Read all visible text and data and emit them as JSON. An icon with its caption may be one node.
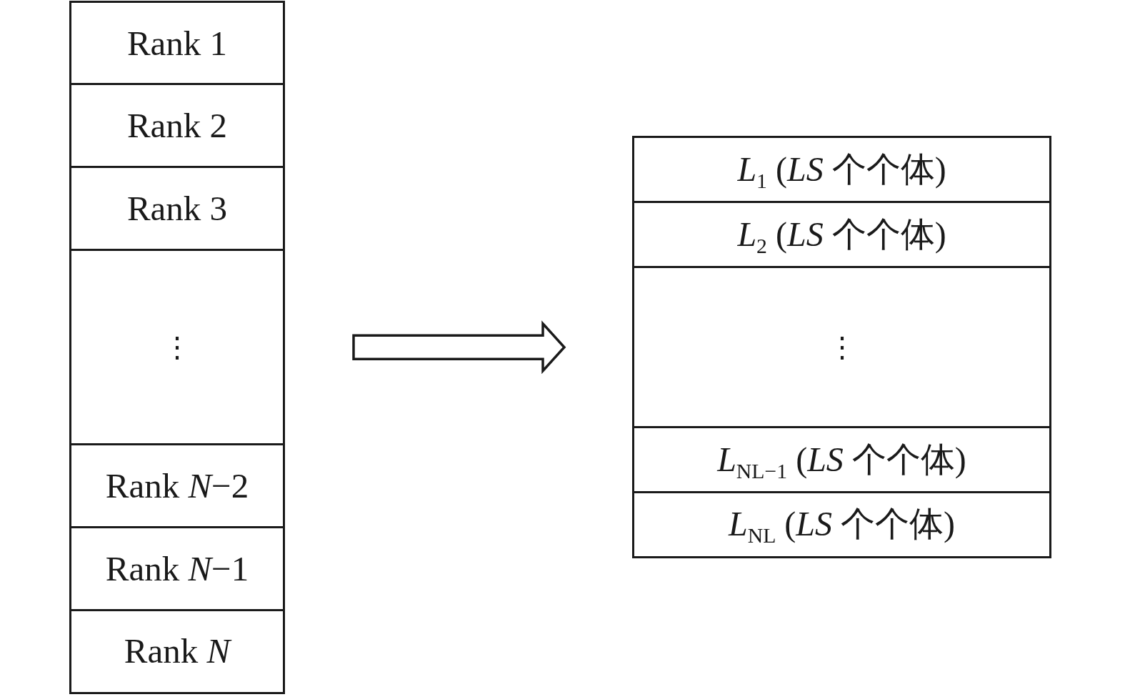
{
  "diagram": {
    "nodes": [
      {
        "text": [],
        "shape": "box"
      },
      {
        "text": [
          "Rank 1"
        ],
        "in": 0
      },
      {
        "text": [
          "Rank 2"
        ],
        "in": 0
      },
      {
        "text": [
          "Rank 3"
        ],
        "in": 0
      },
      {
        "text": [
          "⋮"
        ],
        "in": 0
      },
      {
        "text": [
          "Rank *N*−2"
        ],
        "in": 0
      },
      {
        "text": [
          "Rank *N*−1"
        ],
        "in": 0
      },
      {
        "text": [
          "Rank *N*"
        ],
        "in": 0
      },
      {
        "text": [],
        "shape": "box"
      },
      {
        "text": [
          "*L*$_{1}$ (*LS* 个个体)"
        ],
        "in": 8
      },
      {
        "text": [
          "*L*$_{2}$ (*LS* 个个体)"
        ],
        "in": 8
      },
      {
        "text": [
          "⋮"
        ],
        "in": 8
      },
      {
        "text": [
          "*L*$_{NL−1}$ (*LS* 个个体)"
        ],
        "in": 8
      },
      {
        "text": [
          "*L*$_{NL}$ (*LS* 个个体)"
        ],
        "in": 8
      }
    ],
    "edges": [
      {
        "from": 0,
        "to": 8,
        "arrow": "to"
      }
    ]
  }
}
